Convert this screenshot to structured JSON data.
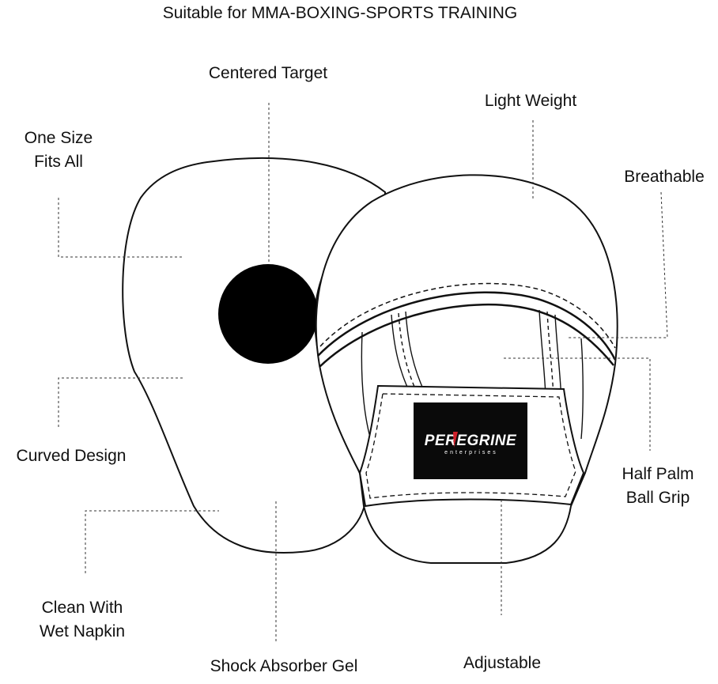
{
  "title": "Suitable for MMA-BOXING-SPORTS TRAINING",
  "labels": {
    "centered_target": "Centered Target",
    "one_size": [
      "One Size",
      "Fits All"
    ],
    "light_weight": "Light Weight",
    "breathable": "Breathable",
    "curved_design": "Curved Design",
    "half_palm": [
      "Half Palm",
      "Ball Grip"
    ],
    "clean_with": [
      "Clean With",
      "Wet Napkin"
    ],
    "shock_absorber": "Shock Absorber Gel",
    "adjustable": "Adjustable"
  },
  "logo": {
    "name": "PEREGRINE",
    "sub": "enterprises"
  },
  "colors": {
    "outline": "#111111",
    "target": "#000000",
    "logo_bg": "#0a0a0a",
    "logo_text": "#ffffff",
    "logo_accent": "#d0202a"
  }
}
